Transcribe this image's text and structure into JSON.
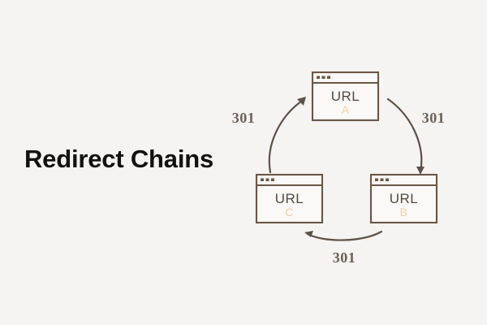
{
  "page": {
    "background_color": "#f5f4f2",
    "title": "Redirect Chains"
  },
  "colors": {
    "title_text": "#111111",
    "window_stroke": "#6b5744",
    "window_fill": "#faf9f7",
    "url_text": "#55493f",
    "sublabel_text": "#f2cfa8",
    "arc_stroke": "#5e5248",
    "edge_label_text": "#6b6055"
  },
  "diagram": {
    "type": "cycle",
    "nodes": [
      {
        "id": "A",
        "label": "URL",
        "sublabel": "A",
        "position": "top"
      },
      {
        "id": "B",
        "label": "URL",
        "sublabel": "B",
        "position": "bottom-right"
      },
      {
        "id": "C",
        "label": "URL",
        "sublabel": "C",
        "position": "bottom-left"
      }
    ],
    "edges": [
      {
        "id": "edge-c-to-a",
        "from": "C",
        "to": "A",
        "label": "301",
        "side": "left"
      },
      {
        "id": "edge-a-to-b",
        "from": "A",
        "to": "B",
        "label": "301",
        "side": "right"
      },
      {
        "id": "edge-b-to-c",
        "from": "B",
        "to": "C",
        "label": "301",
        "side": "bottom"
      }
    ]
  }
}
